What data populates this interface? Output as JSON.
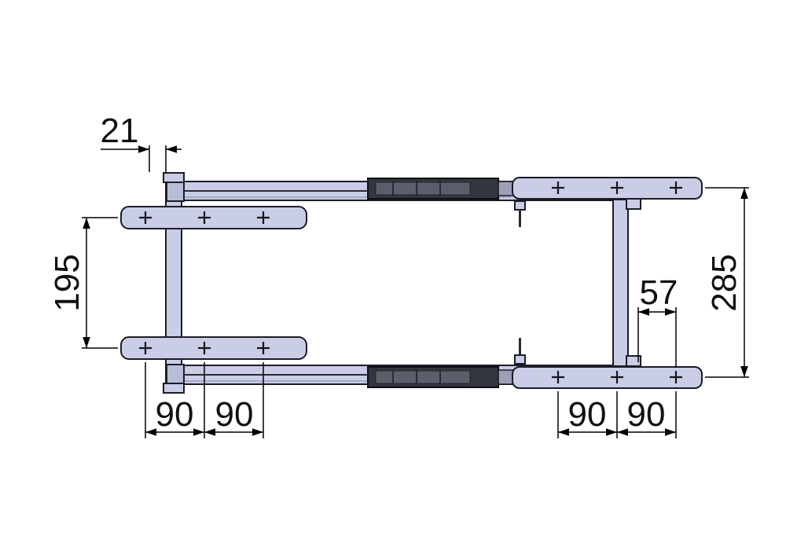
{
  "drawing": {
    "background": "#ffffff",
    "colors": {
      "part_fill": "#c9cde6",
      "part_fill_dark": "#b9bdd7",
      "part_stroke": "#1c1c28",
      "actuator_fill": "#33363f",
      "actuator_inner": "#5a5f6b",
      "dim_color": "#000000"
    },
    "dimensions": {
      "post_offset": "21",
      "left_row_spacing": "195",
      "stud_offset": "57",
      "rail_spacing": "285",
      "bottom_left": [
        "90",
        "90"
      ],
      "bottom_right": [
        "90",
        "90"
      ]
    }
  }
}
